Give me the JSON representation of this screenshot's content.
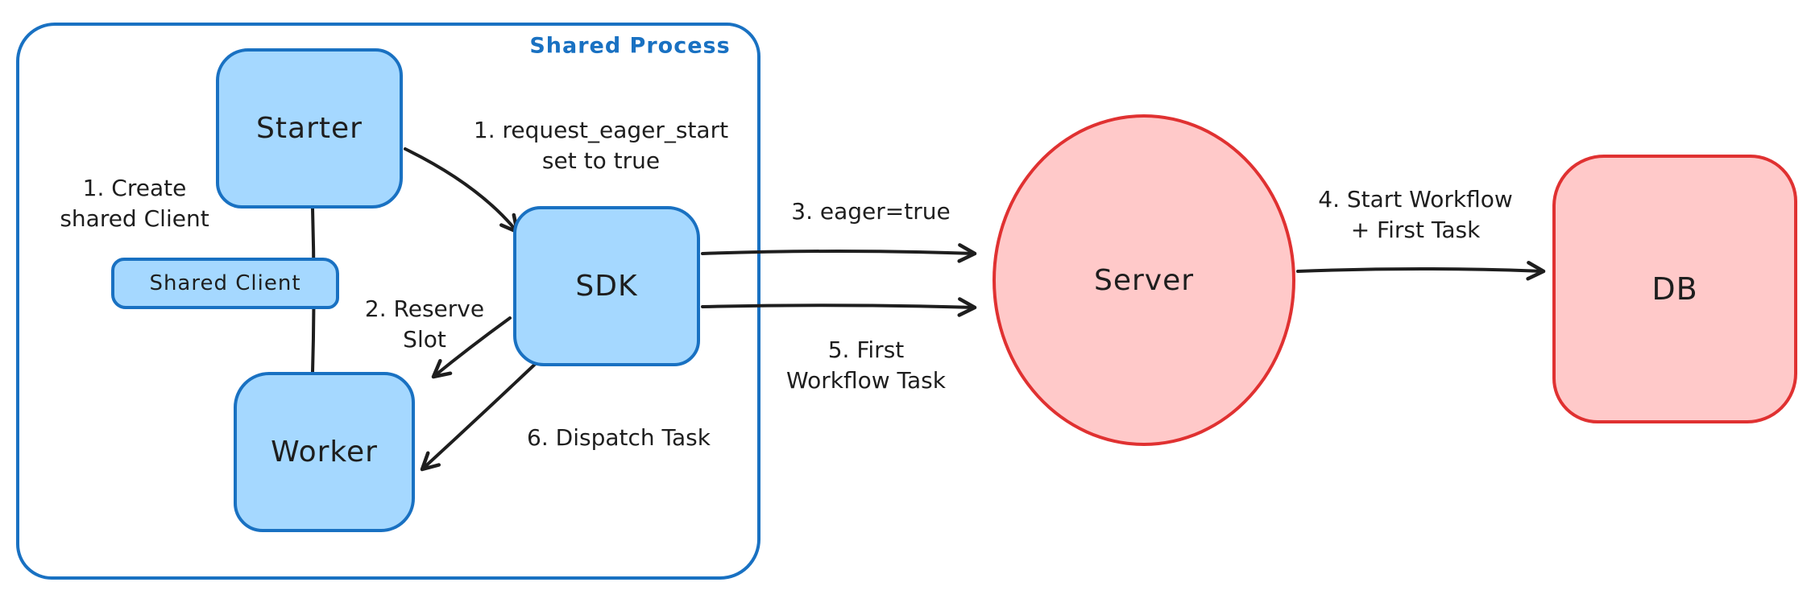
{
  "diagram": {
    "title": "Shared Process",
    "nodes": {
      "starter": {
        "label": "Starter"
      },
      "shared_client": {
        "label": "Shared Client"
      },
      "worker": {
        "label": "Worker"
      },
      "sdk": {
        "label": "SDK"
      },
      "server": {
        "label": "Server"
      },
      "db": {
        "label": "DB"
      }
    },
    "annotations": {
      "create_shared_client": {
        "line1": "1. Create",
        "line2": "shared Client"
      },
      "request_eager_start": {
        "line1": "1. request_eager_start",
        "line2": "set to true"
      },
      "reserve_slot": {
        "line1": "2. Reserve",
        "line2": "Slot"
      },
      "eager_true": {
        "line1": "3. eager=true"
      },
      "start_workflow": {
        "line1": "4. Start Workflow",
        "line2": "+ First Task"
      },
      "first_workflow_task": {
        "line1": "5. First",
        "line2": "Workflow Task"
      },
      "dispatch_task": {
        "line1": "6. Dispatch Task"
      }
    },
    "colors": {
      "blue_stroke": "#1971c2",
      "blue_fill": "#a5d8ff",
      "red_stroke": "#e03131",
      "red_fill": "#ffc9c9",
      "text": "#1e1e1e",
      "canvas_bg": "#ffffff"
    }
  }
}
